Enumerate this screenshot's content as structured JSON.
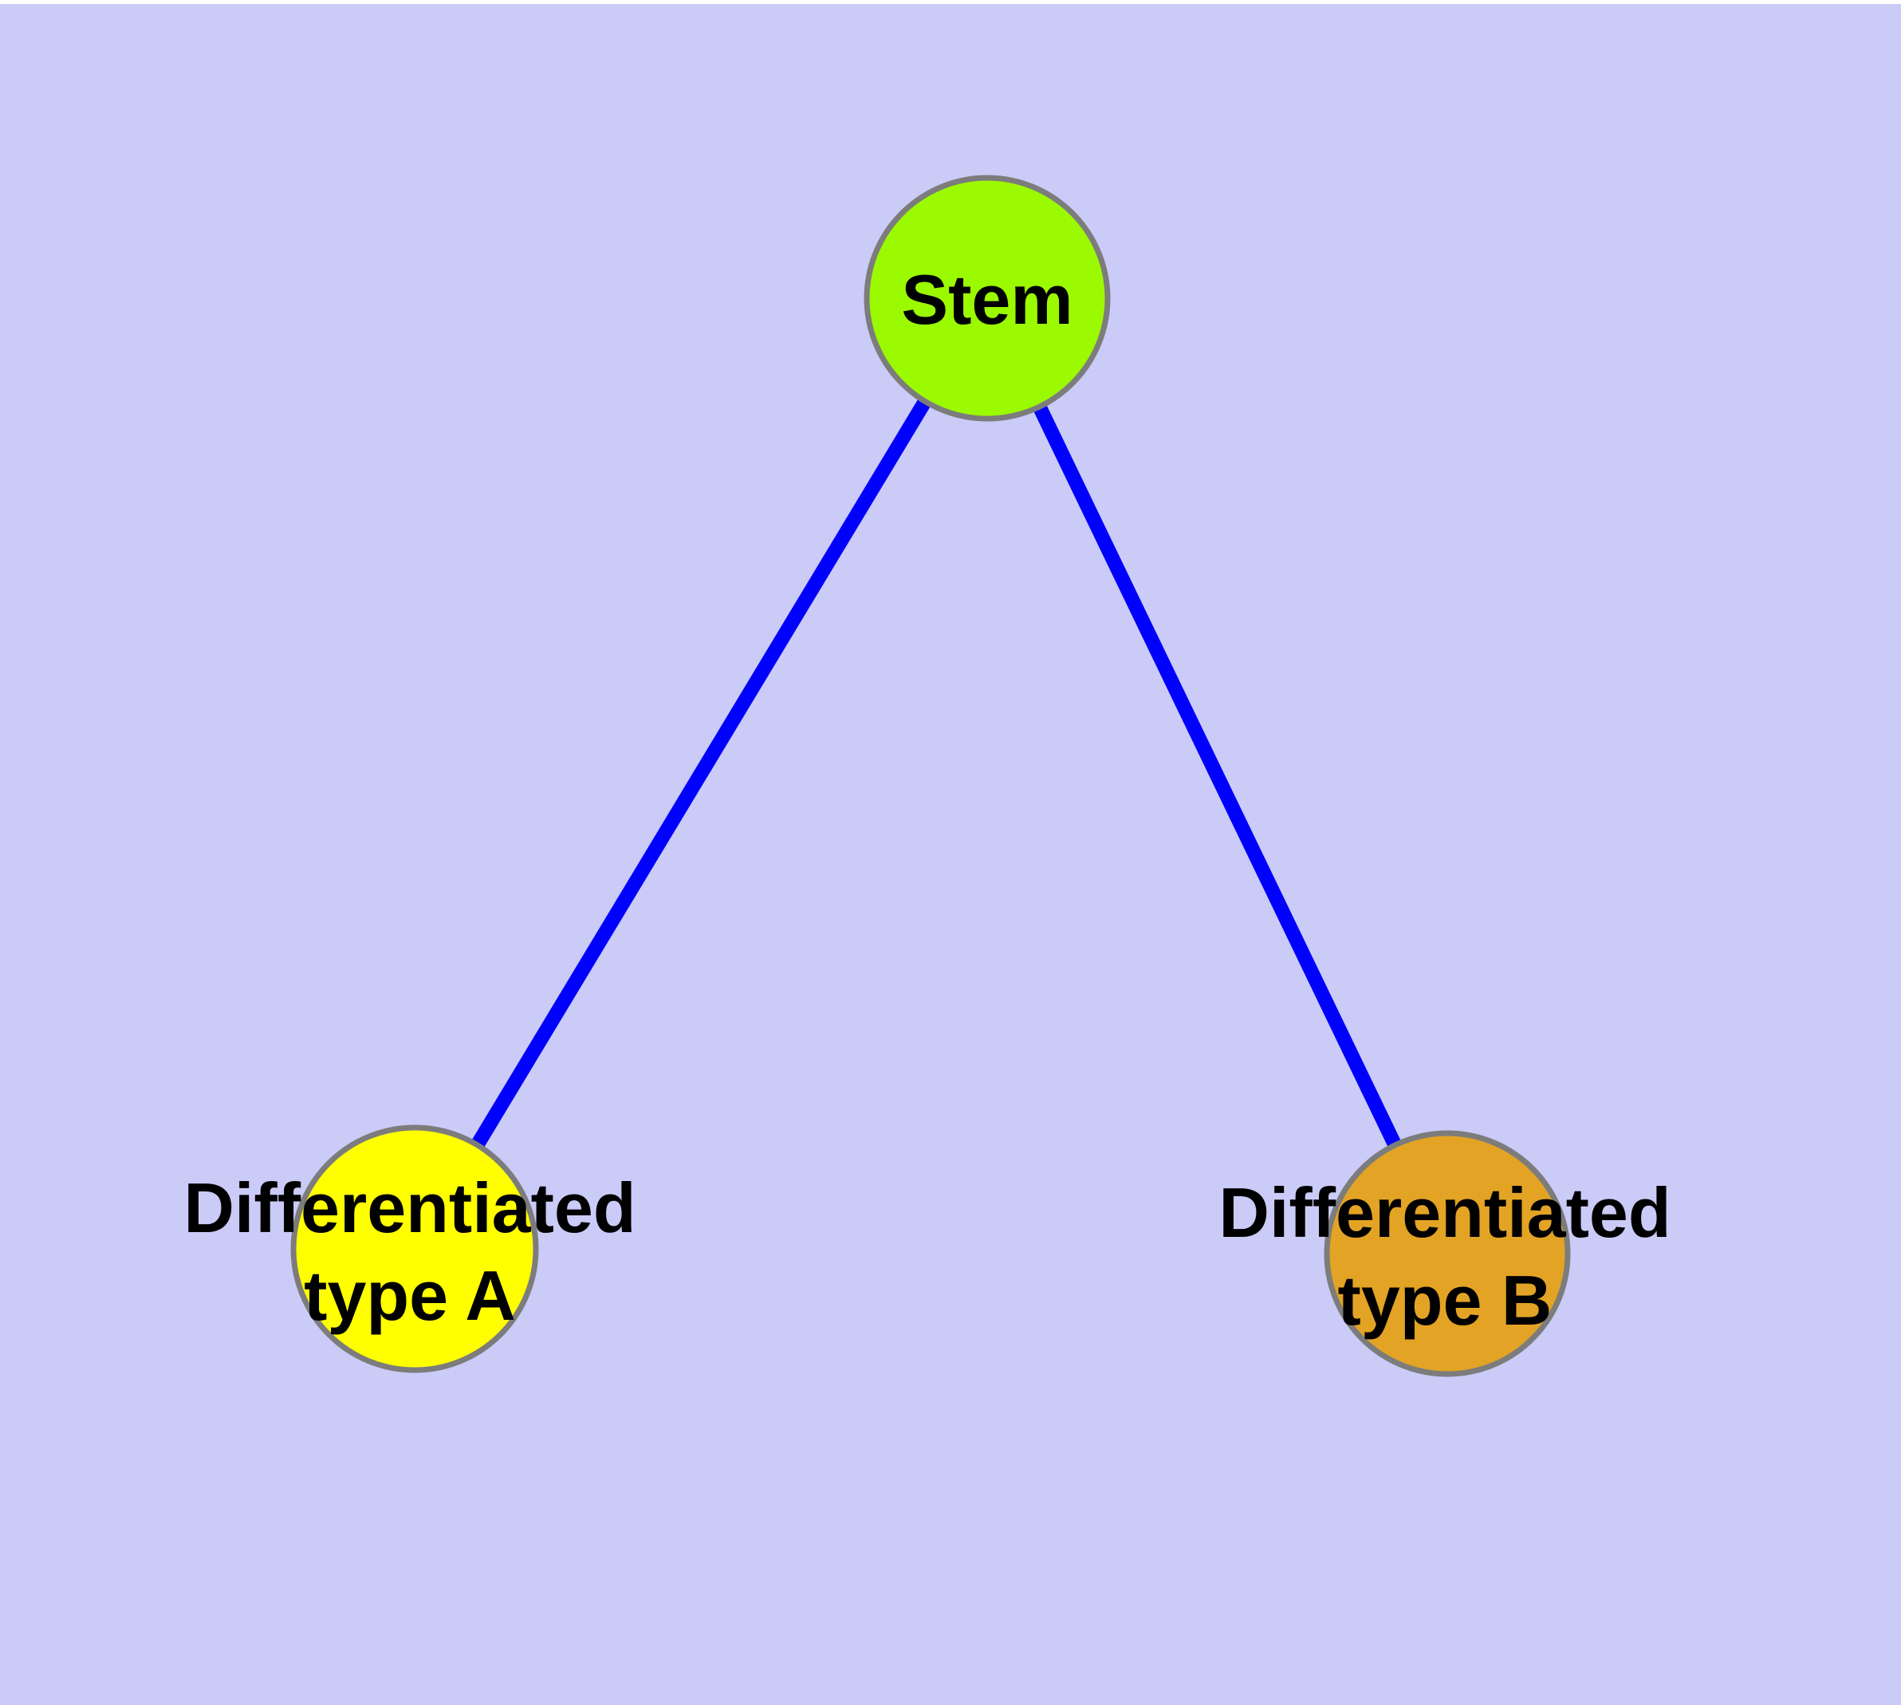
{
  "diagram": {
    "background_color": "#cbcbf8",
    "top_strip_color": "#ffffff",
    "edge_color": "#0000ff",
    "node_border_color": "#7c7c7c",
    "label_text_color": "#000000",
    "nodes": [
      {
        "id": "stem",
        "label": "Stem",
        "fill": "#9bf900"
      },
      {
        "id": "type-a",
        "label": "Differentiated\ntype A",
        "fill": "#ffff00"
      },
      {
        "id": "type-b",
        "label": "Differentiated\ntype B",
        "fill": "#e3a324"
      }
    ],
    "edges": [
      {
        "from": "Stem",
        "to": "Differentiated type A"
      },
      {
        "from": "Stem",
        "to": "Differentiated type B"
      }
    ]
  }
}
